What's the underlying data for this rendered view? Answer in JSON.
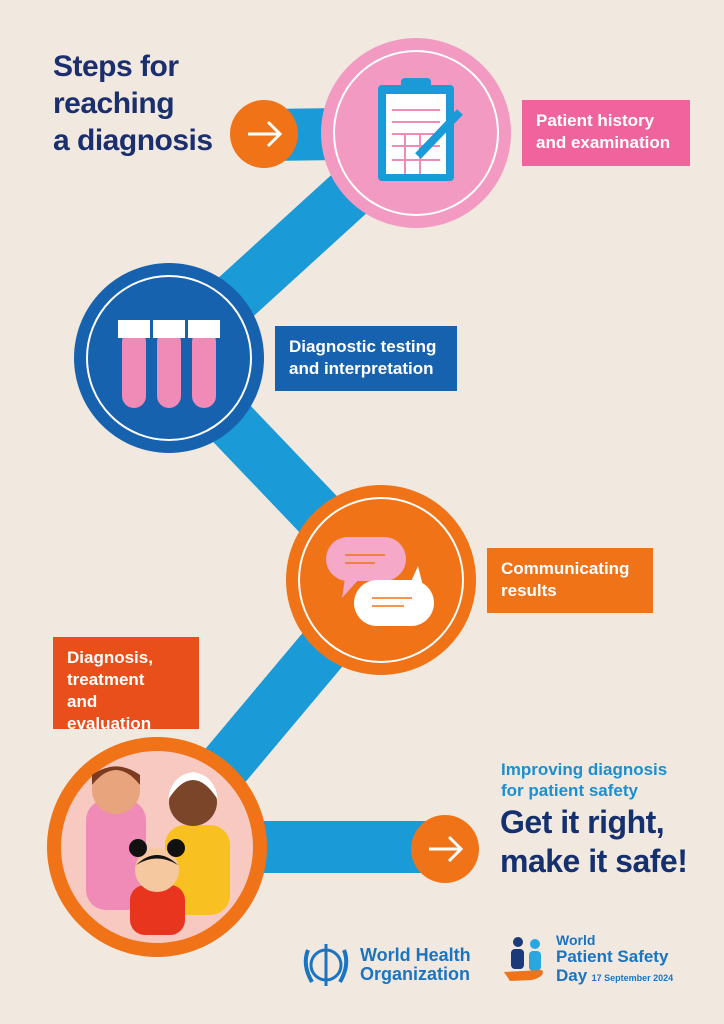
{
  "title": {
    "line1": "Steps for",
    "line2": "reaching",
    "line3": "a diagnosis"
  },
  "steps": [
    {
      "line1": "Patient history",
      "line2": "and examination",
      "icon": "clipboard-icon"
    },
    {
      "line1": "Diagnostic testing",
      "line2": "and interpretation",
      "icon": "test-tubes-icon"
    },
    {
      "line1": "Communicating",
      "line2": "results",
      "icon": "speech-bubbles-icon"
    },
    {
      "line1": "Diagnosis,",
      "line2": "treatment",
      "line3": "and evaluation",
      "icon": "family-icon"
    }
  ],
  "tagline": {
    "sub1": "Improving diagnosis",
    "sub2": "for patient safety",
    "main1": "Get it right,",
    "main2": "make it safe!"
  },
  "footer": {
    "who1": "World Health",
    "who2": "Organization",
    "wpsd1": "World",
    "wpsd2": "Patient Safety",
    "wpsd3": "Day",
    "date": "17 September 2024"
  },
  "colors": {
    "background": "#f1e9df",
    "path": "#1a9ad6",
    "navy": "#1b2f6e",
    "pink": "#f08bb8",
    "orange": "#f07318",
    "blue": "#1762ae"
  }
}
